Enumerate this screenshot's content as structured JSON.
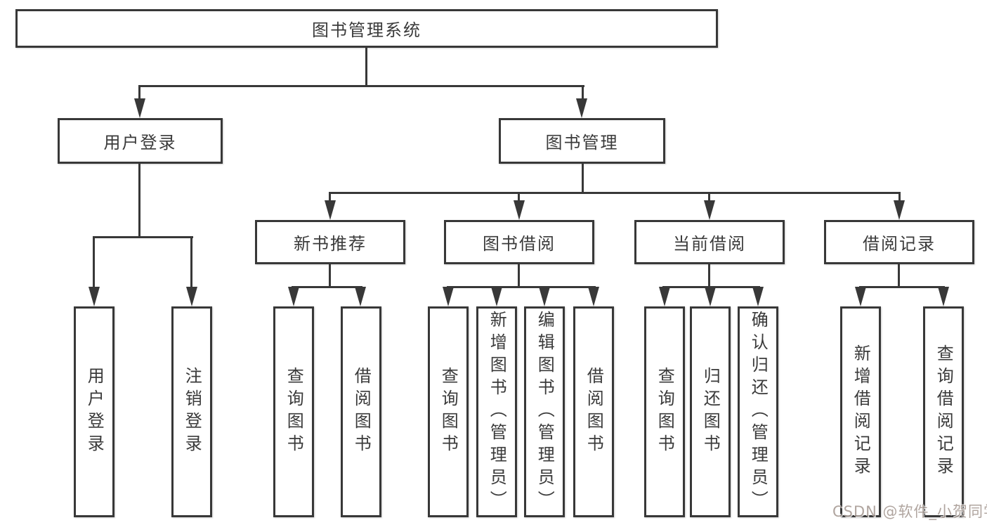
{
  "diagram": {
    "root": {
      "label": "图书管理系统"
    },
    "level1": [
      {
        "label": "用户登录"
      },
      {
        "label": "图书管理"
      }
    ],
    "level2": [
      {
        "label": "新书推荐"
      },
      {
        "label": "图书借阅"
      },
      {
        "label": "当前借阅"
      },
      {
        "label": "借阅记录"
      }
    ],
    "leaves": [
      {
        "label": "用户登录"
      },
      {
        "label": "注销登录"
      },
      {
        "label": "查询图书"
      },
      {
        "label": "借阅图书"
      },
      {
        "label": "查询图书"
      },
      {
        "label": "新增图书（管理员）"
      },
      {
        "label": "编辑图书（管理员）"
      },
      {
        "label": "借阅图书"
      },
      {
        "label": "查询图书"
      },
      {
        "label": "归还图书"
      },
      {
        "label": "确认归还（管理员）"
      },
      {
        "label": "新增借阅记录"
      },
      {
        "label": "查询借阅记录"
      }
    ]
  },
  "watermark": {
    "text": "CSDN @软件_小贺同学"
  },
  "colors": {
    "line": "#383838",
    "text": "#3a3a3a",
    "background": "#ffffff",
    "watermark": "#a3968f"
  }
}
